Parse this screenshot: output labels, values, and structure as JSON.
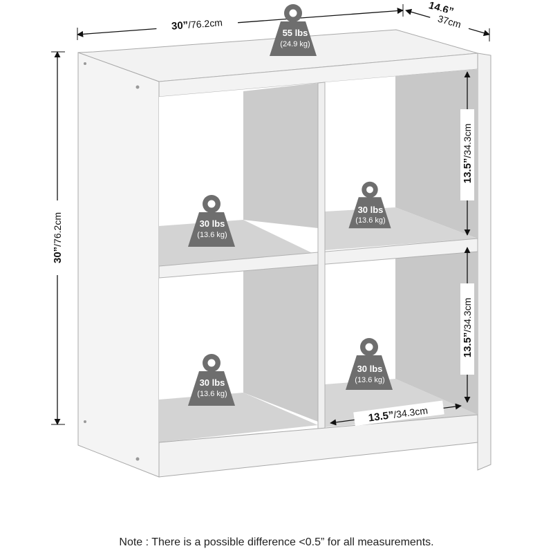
{
  "colors": {
    "panel": "#f2f2f2",
    "panel_edge": "#a8a8a8",
    "interior_shade": "#c9c9c9",
    "shelf_shade": "#d6d6d6",
    "weight_icon": "#6e6e6e",
    "text": "#111111"
  },
  "dimensions": {
    "width": {
      "value": "30”",
      "metric": "/76.2cm"
    },
    "depth": {
      "value": "14.6”",
      "metric": "37cm"
    },
    "height": {
      "value": "30”",
      "metric": "/76.2cm"
    },
    "cube_height_upper": {
      "value": "13.5”",
      "metric": "/34.3cm"
    },
    "cube_height_lower": {
      "value": "13.5”",
      "metric": "/34.3cm"
    },
    "cube_width": {
      "value": "13.5”",
      "metric": "/34.3cm"
    }
  },
  "weights": {
    "top": {
      "lbs": "55 lbs",
      "kg": "(24.9 kg)"
    },
    "upper_left": {
      "lbs": "30 lbs",
      "kg": "(13.6 kg)"
    },
    "upper_right": {
      "lbs": "30 lbs",
      "kg": "(13.6 kg)"
    },
    "lower_left": {
      "lbs": "30 lbs",
      "kg": "(13.6 kg)"
    },
    "lower_right": {
      "lbs": "30 lbs",
      "kg": "(13.6 kg)"
    }
  },
  "icons": {
    "weight": "weight-icon",
    "arrow": "dimension-arrow"
  },
  "note": "Note : There is a possible difference <0.5” for all measurements."
}
